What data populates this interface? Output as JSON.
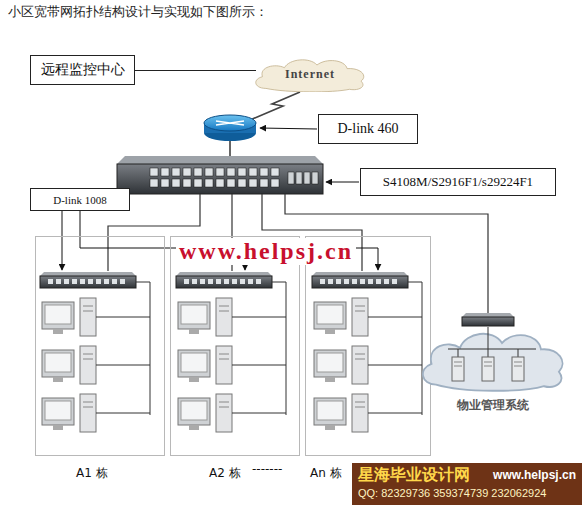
{
  "diagram": {
    "title": "小区宽带网拓扑结构设计与实现如下图所示：",
    "nodes": [
      {
        "text": [
          "远程监控中心"
        ]
      },
      {
        "text": [
          "Internet"
        ]
      },
      {
        "text": [
          "D-link 460"
        ]
      },
      {
        "text": [
          "S4108M/S2916F1/s29224F1"
        ]
      },
      {
        "text": [
          "D-link 1008"
        ]
      },
      {
        "text": [
          "A1 栋"
        ]
      },
      {
        "text": [
          "A2 栋"
        ]
      },
      {
        "text": [
          "An 栋"
        ]
      },
      {
        "text": [
          "物业管理系统"
        ]
      },
      {
        "text": [
          "星海毕业设计网",
          "www.helpsj.cn",
          "QQ: 82329736 359374739 232062924"
        ]
      }
    ],
    "edges": [
      {
        "from": 0,
        "to": 1,
        "arrow": "none"
      }
    ],
    "labels": [
      "www.helpsj.cn",
      "-------"
    ]
  }
}
